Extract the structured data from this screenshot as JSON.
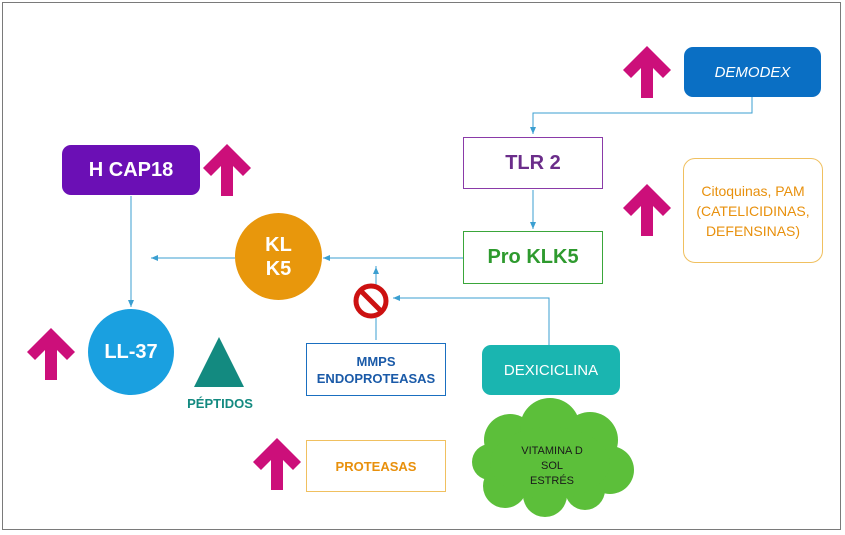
{
  "colors": {
    "magenta": "#cc0f7a",
    "connector": "#3b9fd1",
    "demodex_fill": "#0a6fc4",
    "hcap18_fill": "#6b0fb5",
    "tlr2_border": "#8a3aa8",
    "tlr2_text": "#6b2d8a",
    "proklk5_border": "#3aa63a",
    "proklk5_text": "#2e9a2e",
    "klk5_fill": "#e8970c",
    "ll37_fill": "#1aa0e0",
    "peptidos": "#138a80",
    "mmps_border": "#1a6fc0",
    "mmps_text": "#1a5aa8",
    "dexiciclina_fill": "#1ab5b0",
    "proteasas_border": "#f0c060",
    "proteasas_text": "#e8900c",
    "citoquinas_border": "#f0c060",
    "citoquinas_text": "#e8900c",
    "vitamina_fill": "#5cbf3a",
    "forbidden": "#cc1111"
  },
  "nodes": {
    "demodex": "DEMODEX",
    "tlr2": "TLR 2",
    "citoquinas": "Citoquinas, PAM\n(CATELICIDINAS,\nDEFENSINAS)",
    "hcap18": "H CAP18",
    "klk5": "KL\nK5",
    "proklk5": "Pro KLK5",
    "ll37": "LL-37",
    "peptidos": "PÉPTIDOS",
    "mmps": "MMPS\nENDOPROTEASAS",
    "dexiciclina": "DEXICICLINA",
    "proteasas": "PROTEASAS",
    "vitamina": "VITAMINA D\nSOL\nESTRÉS"
  },
  "icons": {
    "up_arrow": "up-arrow-icon",
    "forbidden": "prohibited-icon",
    "triangle": "triangle-icon",
    "cloud": "cloud-shape"
  }
}
